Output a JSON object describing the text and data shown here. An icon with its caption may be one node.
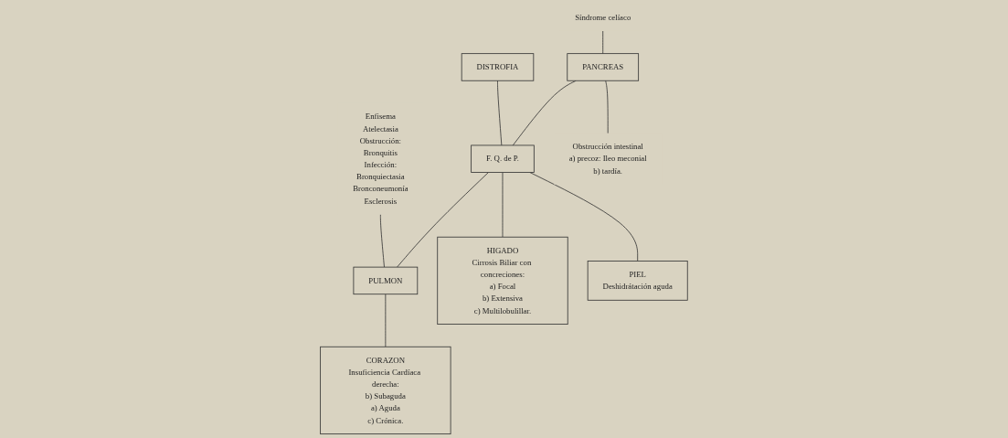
{
  "diagram": {
    "nodes": [
      {
        "text": [
          "Síndrome celíaco"
        ]
      },
      {
        "text": [
          "DISTROFIA"
        ]
      },
      {
        "text": [
          "Enfisema",
          "Atelectasia",
          "Obstrucción:",
          "Bronquitis",
          "Infección:",
          "Bronquiectasia",
          "Bronconeumonía",
          "Esclerosis"
        ]
      },
      {
        "text": [
          "PANCREAS"
        ]
      },
      {
        "text": [
          "F. Q. de P."
        ]
      },
      {
        "text": [
          "PULMON"
        ]
      },
      {
        "text": [
          "Obstrucción intestinal",
          "a) precoz: Ileo meconial",
          "b) tardía."
        ]
      },
      {
        "text": [
          "CORAZON",
          "Insuficiencia Cardíaca derecha:",
          "b) Subaguda",
          "a) Aguda",
          "c) Crónica."
        ]
      },
      {
        "text": [
          "HIGADO",
          "Cirrosis Biliar con concreciones:",
          "a) Focal",
          "b) Extensiva",
          "c) Multilobulillar."
        ]
      },
      {
        "text": [
          "PIEL",
          "Deshidrátación aguda"
        ]
      }
    ],
    "edges": [
      {
        "from": 0,
        "to": 3,
        "arrow": "none"
      },
      {
        "from": 1,
        "to": 4,
        "arrow": "none"
      },
      {
        "from": 2,
        "to": 5,
        "arrow": "none"
      },
      {
        "from": 3,
        "to": 4,
        "arrow": "none"
      },
      {
        "from": 4,
        "to": 5,
        "arrow": "none"
      },
      {
        "from": 3,
        "to": 6,
        "arrow": "none"
      },
      {
        "from": 5,
        "to": 7,
        "arrow": "none"
      },
      {
        "from": 4,
        "to": 8,
        "arrow": "none"
      },
      {
        "from": 4,
        "to": 9,
        "arrow": "none"
      }
    ]
  }
}
